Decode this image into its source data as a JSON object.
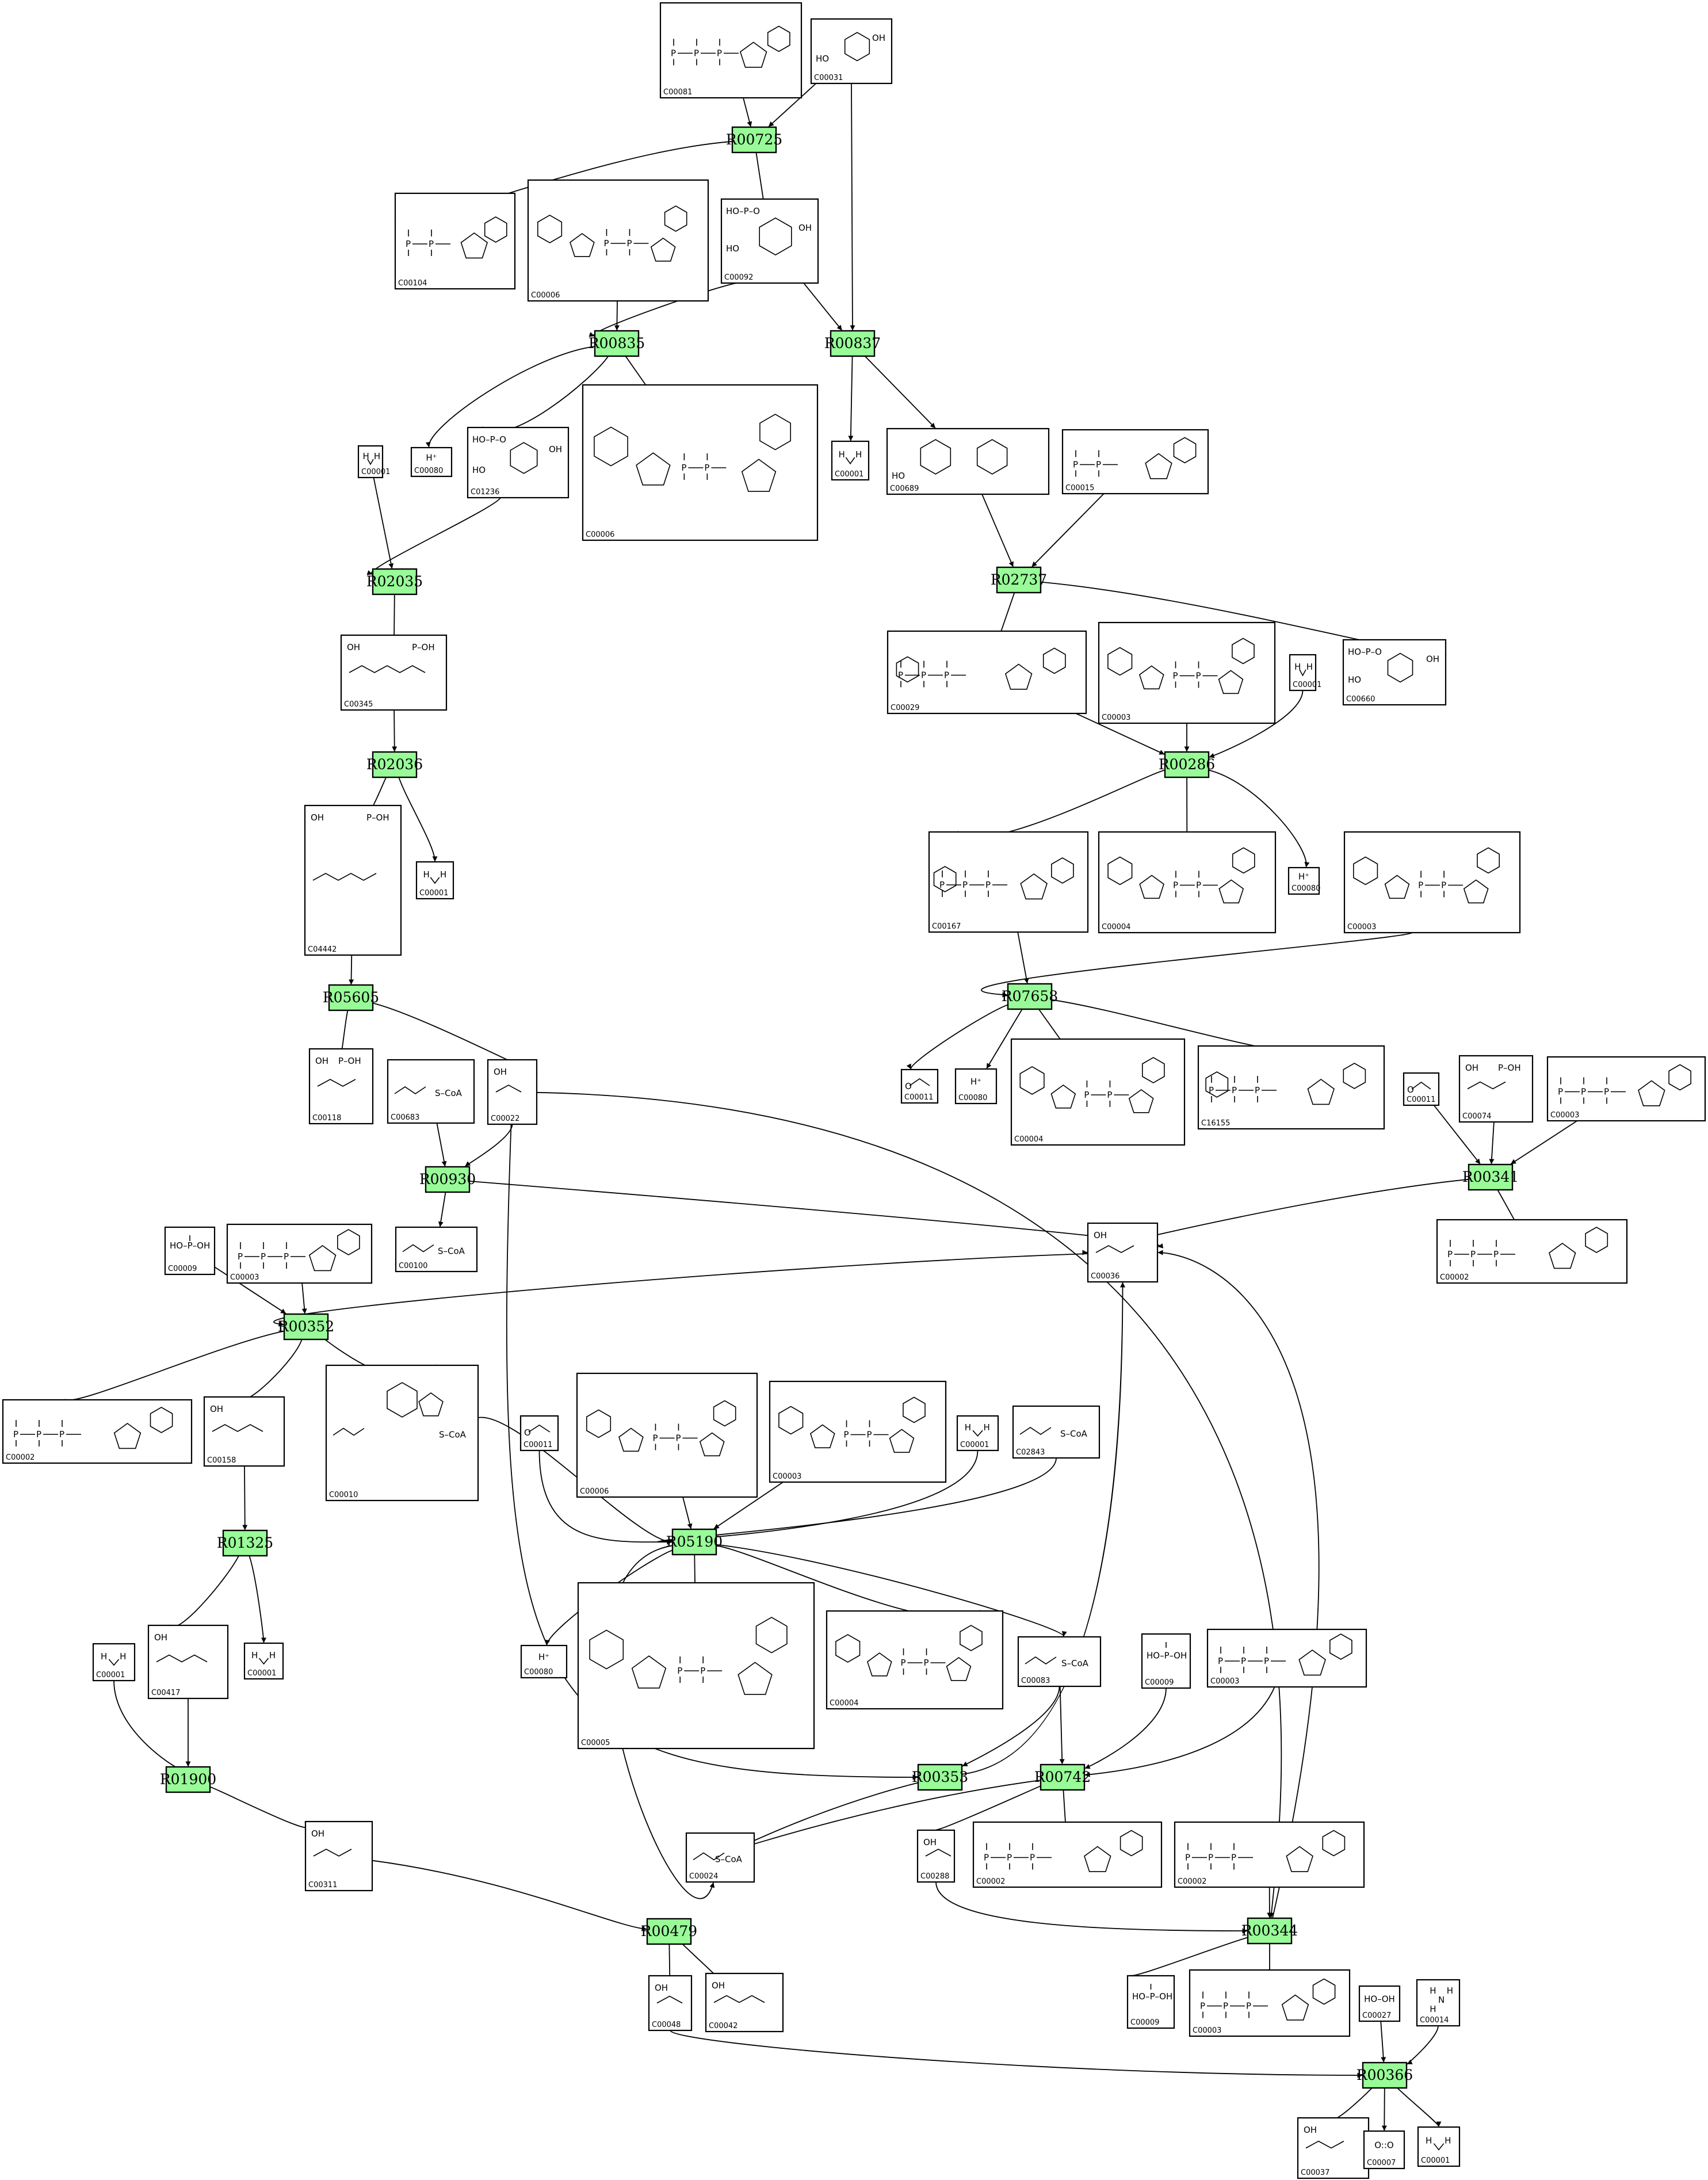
{
  "colors": {
    "reaction_fill": "#98fb98",
    "compound_border": "#000000",
    "edge": "#000000",
    "background": "#ffffff"
  },
  "reactions": [
    {
      "id": "R00725"
    },
    {
      "id": "R00835"
    },
    {
      "id": "R00837"
    },
    {
      "id": "R02035"
    },
    {
      "id": "R02737"
    },
    {
      "id": "R02036"
    },
    {
      "id": "R00286"
    },
    {
      "id": "R05605"
    },
    {
      "id": "R07658"
    },
    {
      "id": "R00930"
    },
    {
      "id": "R00341"
    },
    {
      "id": "R00352"
    },
    {
      "id": "R01325"
    },
    {
      "id": "R05190"
    },
    {
      "id": "R01900"
    },
    {
      "id": "R00353"
    },
    {
      "id": "R00742"
    },
    {
      "id": "R00479"
    },
    {
      "id": "R00344"
    },
    {
      "id": "R00366"
    }
  ],
  "compounds": [
    {
      "key": "c1",
      "id": "C00081",
      "kind": "nucleotide_tri"
    },
    {
      "key": "c2",
      "id": "C00031",
      "kind": "sugar"
    },
    {
      "key": "c3",
      "id": "C00104",
      "kind": "nucleotide_di"
    },
    {
      "key": "c4",
      "id": "C00006",
      "kind": "nad"
    },
    {
      "key": "c5",
      "id": "C00092",
      "kind": "sugar_p"
    },
    {
      "key": "c6",
      "id": "C00001",
      "kind": "water"
    },
    {
      "key": "c7",
      "id": "C00080",
      "kind": "proton",
      "label": "H⁺"
    },
    {
      "key": "c8",
      "id": "C01236",
      "kind": "sugar_p"
    },
    {
      "key": "c9",
      "id": "C00006",
      "kind": "nad_big"
    },
    {
      "key": "c10",
      "id": "C00001",
      "kind": "water"
    },
    {
      "key": "c11",
      "id": "C00689",
      "kind": "disaccharide"
    },
    {
      "key": "c12",
      "id": "C00015",
      "kind": "nucleotide_di"
    },
    {
      "key": "c13",
      "id": "C00345",
      "kind": "acid_p"
    },
    {
      "key": "c14",
      "id": "C00029",
      "kind": "udp_sugar"
    },
    {
      "key": "c15",
      "id": "C00003",
      "kind": "nad"
    },
    {
      "key": "c16",
      "id": "C00001",
      "kind": "water"
    },
    {
      "key": "c17",
      "id": "C00660",
      "kind": "sugar_p"
    },
    {
      "key": "c18",
      "id": "C04442",
      "kind": "acid_p_tall"
    },
    {
      "key": "c19",
      "id": "C00001",
      "kind": "water"
    },
    {
      "key": "c20",
      "id": "C00167",
      "kind": "udp_sugar"
    },
    {
      "key": "c21",
      "id": "C00004",
      "kind": "nad"
    },
    {
      "key": "c22",
      "id": "C00080",
      "kind": "proton",
      "label": "H⁺"
    },
    {
      "key": "c23",
      "id": "C00003",
      "kind": "nad"
    },
    {
      "key": "c24",
      "id": "C00118",
      "kind": "small_p"
    },
    {
      "key": "c25",
      "id": "C00683",
      "kind": "coa"
    },
    {
      "key": "c26",
      "id": "C00022",
      "kind": "small"
    },
    {
      "key": "c27",
      "id": "C00011",
      "kind": "co2"
    },
    {
      "key": "c28",
      "id": "C00080",
      "kind": "proton",
      "label": "H⁺"
    },
    {
      "key": "c29",
      "id": "C00004",
      "kind": "nad"
    },
    {
      "key": "c30",
      "id": "C16155",
      "kind": "udp_sugar"
    },
    {
      "key": "c31",
      "id": "C00011",
      "kind": "co2"
    },
    {
      "key": "c32",
      "id": "C00074",
      "kind": "small_p"
    },
    {
      "key": "c33",
      "id": "C00003",
      "kind": "nucleotide_tri"
    },
    {
      "key": "c34",
      "id": "C00100",
      "kind": "coa"
    },
    {
      "key": "c35",
      "id": "C00009",
      "kind": "phosphate"
    },
    {
      "key": "c36",
      "id": "C00003",
      "kind": "nucleotide_tri"
    },
    {
      "key": "c37",
      "id": "C00036",
      "kind": "small"
    },
    {
      "key": "c38",
      "id": "C00002",
      "kind": "nucleotide_tri"
    },
    {
      "key": "c39",
      "id": "C00002",
      "kind": "nucleotide_tri"
    },
    {
      "key": "c40",
      "id": "C00158",
      "kind": "small"
    },
    {
      "key": "c41",
      "id": "C00010",
      "kind": "coa_big"
    },
    {
      "key": "c42",
      "id": "C00011",
      "kind": "co2"
    },
    {
      "key": "c43",
      "id": "C00006",
      "kind": "nad"
    },
    {
      "key": "c44",
      "id": "C00003",
      "kind": "nad"
    },
    {
      "key": "c45",
      "id": "C00001",
      "kind": "water"
    },
    {
      "key": "c46",
      "id": "C02843",
      "kind": "coa"
    },
    {
      "key": "c47",
      "id": "C00001",
      "kind": "water"
    },
    {
      "key": "c48",
      "id": "C00417",
      "kind": "small"
    },
    {
      "key": "c49",
      "id": "C00001",
      "kind": "water"
    },
    {
      "key": "c50",
      "id": "C00080",
      "kind": "proton",
      "label": "H⁺"
    },
    {
      "key": "c51",
      "id": "C00005",
      "kind": "nad_big"
    },
    {
      "key": "c52",
      "id": "C00004",
      "kind": "nad"
    },
    {
      "key": "c53",
      "id": "C00083",
      "kind": "coa"
    },
    {
      "key": "c54",
      "id": "C00009",
      "kind": "phosphate"
    },
    {
      "key": "c55",
      "id": "C00003",
      "kind": "nucleotide_tri"
    },
    {
      "key": "c56",
      "id": "C00311",
      "kind": "small"
    },
    {
      "key": "c57",
      "id": "C00024",
      "kind": "coa"
    },
    {
      "key": "c58",
      "id": "C00288",
      "kind": "small"
    },
    {
      "key": "c59",
      "id": "C00002",
      "kind": "nucleotide_tri"
    },
    {
      "key": "c60",
      "id": "C00002",
      "kind": "nucleotide_tri"
    },
    {
      "key": "c61",
      "id": "C00048",
      "kind": "small"
    },
    {
      "key": "c62",
      "id": "C00042",
      "kind": "small"
    },
    {
      "key": "c63",
      "id": "C00009",
      "kind": "phosphate"
    },
    {
      "key": "c64",
      "id": "C00003",
      "kind": "nucleotide_tri"
    },
    {
      "key": "c65",
      "id": "C00027",
      "kind": "peroxide",
      "label": "HO–OH"
    },
    {
      "key": "c66",
      "id": "C00014",
      "kind": "ammonia"
    },
    {
      "key": "c67",
      "id": "C00037",
      "kind": "small"
    },
    {
      "key": "c68",
      "id": "C00007",
      "kind": "oxygen",
      "label": "O::O"
    },
    {
      "key": "c69",
      "id": "C00001",
      "kind": "water"
    }
  ],
  "edges": [
    [
      "c1",
      "R00725"
    ],
    [
      "c2",
      "R00725"
    ],
    [
      "c2",
      "R00837"
    ],
    [
      "R00725",
      "c3"
    ],
    [
      "R00725",
      "c5"
    ],
    [
      "c4",
      "R00835"
    ],
    [
      "c5",
      "R00835"
    ],
    [
      "c5",
      "R00837"
    ],
    [
      "R00835",
      "c7"
    ],
    [
      "R00835",
      "c8"
    ],
    [
      "R00835",
      "c9"
    ],
    [
      "R00837",
      "c10"
    ],
    [
      "R00837",
      "c11"
    ],
    [
      "c6",
      "R02035"
    ],
    [
      "c8",
      "R02035"
    ],
    [
      "c11",
      "R02737"
    ],
    [
      "c12",
      "R02737"
    ],
    [
      "R02035",
      "c13"
    ],
    [
      "R02737",
      "c14"
    ],
    [
      "R02737",
      "c17"
    ],
    [
      "c13",
      "R02036"
    ],
    [
      "R02036",
      "c18"
    ],
    [
      "R02036",
      "c19"
    ],
    [
      "c14",
      "R00286"
    ],
    [
      "c15",
      "R00286"
    ],
    [
      "c16",
      "R00286"
    ],
    [
      "R00286",
      "c20"
    ],
    [
      "R00286",
      "c21"
    ],
    [
      "R00286",
      "c22"
    ],
    [
      "c18",
      "R05605"
    ],
    [
      "c20",
      "R07658"
    ],
    [
      "c23",
      "R07658"
    ],
    [
      "R05605",
      "c24"
    ],
    [
      "R05605",
      "c26"
    ],
    [
      "R07658",
      "c27"
    ],
    [
      "R07658",
      "c28"
    ],
    [
      "R07658",
      "c29"
    ],
    [
      "R07658",
      "c30"
    ],
    [
      "c25",
      "R00930"
    ],
    [
      "c26",
      "R00930"
    ],
    [
      "R00930",
      "c34"
    ],
    [
      "R00930",
      "c37"
    ],
    [
      "c31",
      "R00341"
    ],
    [
      "c32",
      "R00341"
    ],
    [
      "c33",
      "R00341"
    ],
    [
      "R00341",
      "c37"
    ],
    [
      "R00341",
      "c38"
    ],
    [
      "c35",
      "R00352"
    ],
    [
      "c36",
      "R00352"
    ],
    [
      "c37",
      "R00352"
    ],
    [
      "R00352",
      "c39"
    ],
    [
      "R00352",
      "c40"
    ],
    [
      "R00352",
      "c41"
    ],
    [
      "c40",
      "R01325"
    ],
    [
      "R01325",
      "c48"
    ],
    [
      "R01325",
      "c49"
    ],
    [
      "c41",
      "R05190"
    ],
    [
      "c42",
      "R05190"
    ],
    [
      "c43",
      "R05190"
    ],
    [
      "c44",
      "R05190"
    ],
    [
      "c45",
      "R05190"
    ],
    [
      "c46",
      "R05190"
    ],
    [
      "R05190",
      "c50"
    ],
    [
      "R05190",
      "c51"
    ],
    [
      "R05190",
      "c52"
    ],
    [
      "R05190",
      "c53"
    ],
    [
      "R05190",
      "c57"
    ],
    [
      "c47",
      "R01900"
    ],
    [
      "c48",
      "R01900"
    ],
    [
      "R01900",
      "c56"
    ],
    [
      "c53",
      "R00353"
    ],
    [
      "c26",
      "R00353"
    ],
    [
      "R00353",
      "c57"
    ],
    [
      "R00353",
      "c37"
    ],
    [
      "c53",
      "R00742"
    ],
    [
      "c54",
      "R00742"
    ],
    [
      "c55",
      "R00742"
    ],
    [
      "R00742",
      "c57"
    ],
    [
      "R00742",
      "c58"
    ],
    [
      "R00742",
      "c59"
    ],
    [
      "c56",
      "R00479"
    ],
    [
      "R00479",
      "c61"
    ],
    [
      "R00479",
      "c62"
    ],
    [
      "c58",
      "R00344"
    ],
    [
      "c60",
      "R00344"
    ],
    [
      "c26",
      "R00344"
    ],
    [
      "R00344",
      "c37"
    ],
    [
      "R00344",
      "c63"
    ],
    [
      "R00344",
      "c64"
    ],
    [
      "c61",
      "R00366"
    ],
    [
      "c65",
      "R00366"
    ],
    [
      "c66",
      "R00366"
    ],
    [
      "R00366",
      "c67"
    ],
    [
      "R00366",
      "c68"
    ],
    [
      "R00366",
      "c69"
    ]
  ]
}
